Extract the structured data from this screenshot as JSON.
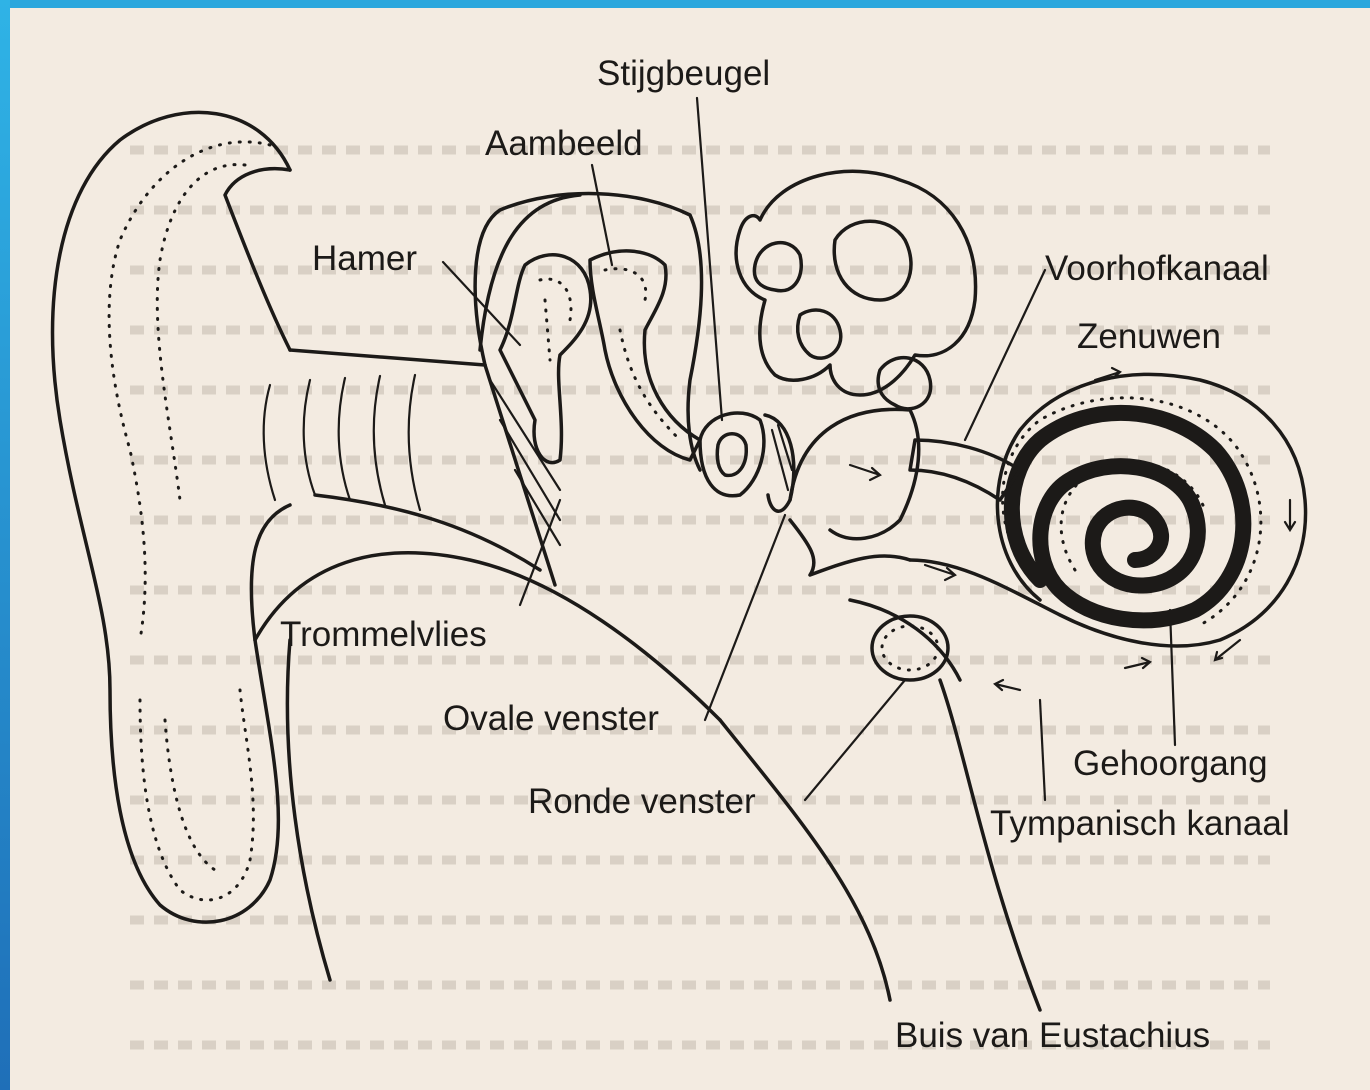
{
  "labels": {
    "stijgbeugel": "Stijgbeugel",
    "aambeeld": "Aambeeld",
    "hamer": "Hamer",
    "voorhofkanaal": "Voorhofkanaal",
    "zenuwen": "Zenuwen",
    "trommelvlies": "Trommelvlies",
    "ovale_venster": "Ovale venster",
    "ronde_venster": "Ronde venster",
    "gehoorgang": "Gehoorgang",
    "tympanisch_kanaal": "Tympanisch kanaal",
    "buis_van_eustachius": "Buis van Eustachius"
  },
  "colors": {
    "frame": "#2aa7dd",
    "paper": "#f3ebe1",
    "ink": "#1c1a18"
  }
}
